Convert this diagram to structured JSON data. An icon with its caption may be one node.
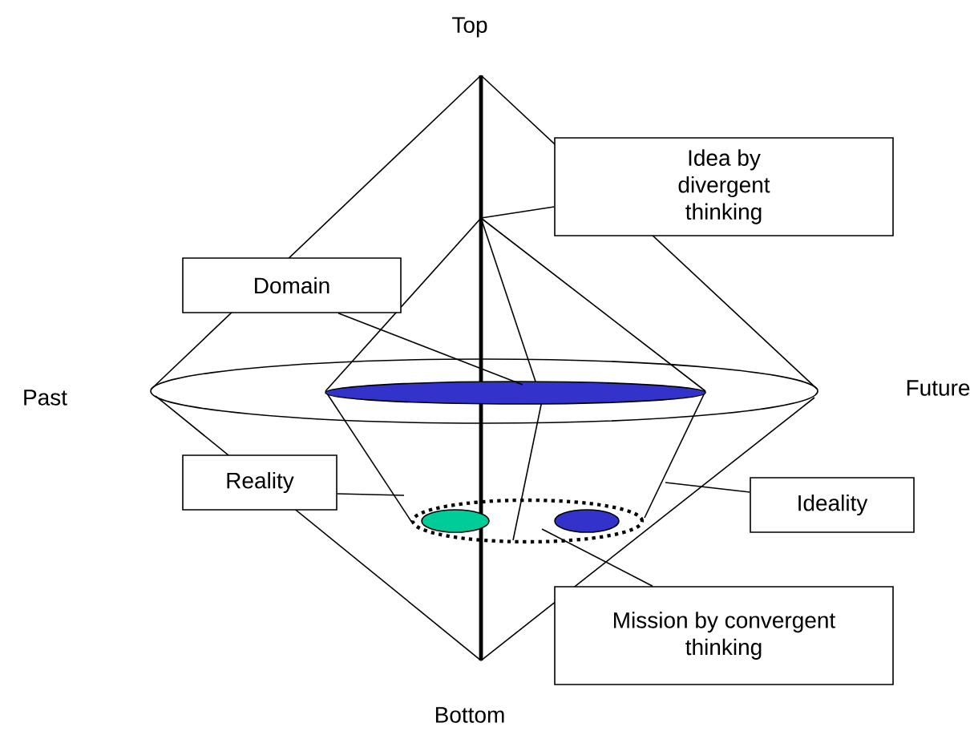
{
  "diagram": {
    "nodes": [
      {
        "text": [
          "Idea by divergent thinking"
        ]
      },
      {
        "text": [
          "Domain"
        ]
      },
      {
        "text": [],
        "shape": "ellipse"
      },
      {
        "text": [
          "Reality"
        ]
      },
      {
        "text": [
          "Ideality"
        ]
      },
      {
        "text": [],
        "shape": "ellipse"
      },
      {
        "text": [
          "Mission by convergent thinking"
        ]
      }
    ],
    "edges": [
      {
        "from": 0,
        "to": null,
        "arrow": "none"
      },
      {
        "from": 1,
        "to": 2,
        "arrow": "none"
      },
      {
        "from": 3,
        "to": null,
        "arrow": "none"
      },
      {
        "from": 4,
        "to": null,
        "arrow": "none"
      },
      {
        "from": 6,
        "to": 5,
        "arrow": "none"
      }
    ],
    "labels": [
      "Top",
      "Past",
      "Future",
      "Bottom"
    ]
  }
}
